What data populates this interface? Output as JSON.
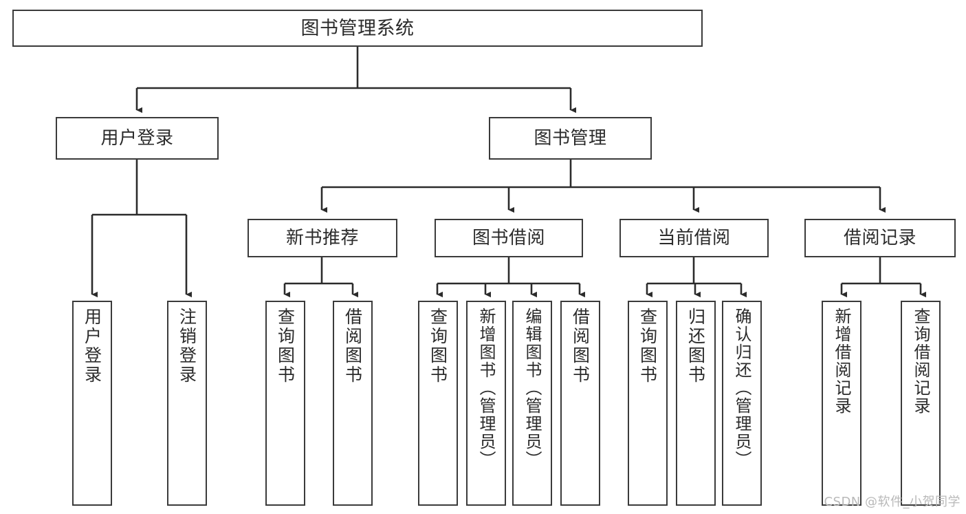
{
  "diagram": {
    "type": "tree-hierarchy",
    "title": "图书管理系统",
    "watermark": "CSDN @软件_小贺同学",
    "colors": {
      "border": "#3a3a3a",
      "background": "#ffffff",
      "text": "#2b2b2b",
      "edge": "#2b2b2b",
      "watermark": "#b9b9b9"
    },
    "nodes": {
      "root": {
        "label": "图书管理系统"
      },
      "level2": [
        {
          "label": "用户登录"
        },
        {
          "label": "图书管理"
        }
      ],
      "level3": [
        {
          "label": "新书推荐"
        },
        {
          "label": "图书借阅"
        },
        {
          "label": "当前借阅"
        },
        {
          "label": "借阅记录"
        }
      ],
      "leaves": {
        "user_login": [
          {
            "label": "用户登录"
          },
          {
            "label": "注销登录"
          }
        ],
        "new_book_recommend": [
          {
            "label": "查询图书"
          },
          {
            "label": "借阅图书"
          }
        ],
        "book_borrow": [
          {
            "label": "查询图书"
          },
          {
            "label": "新增图书（管理员）"
          },
          {
            "label": "编辑图书（管理员）"
          },
          {
            "label": "借阅图书"
          }
        ],
        "current_borrow": [
          {
            "label": "查询图书"
          },
          {
            "label": "归还图书"
          },
          {
            "label": "确认归还（管理员）"
          }
        ],
        "borrow_record": [
          {
            "label": "新增借阅记录"
          },
          {
            "label": "查询借阅记录"
          }
        ]
      }
    }
  }
}
